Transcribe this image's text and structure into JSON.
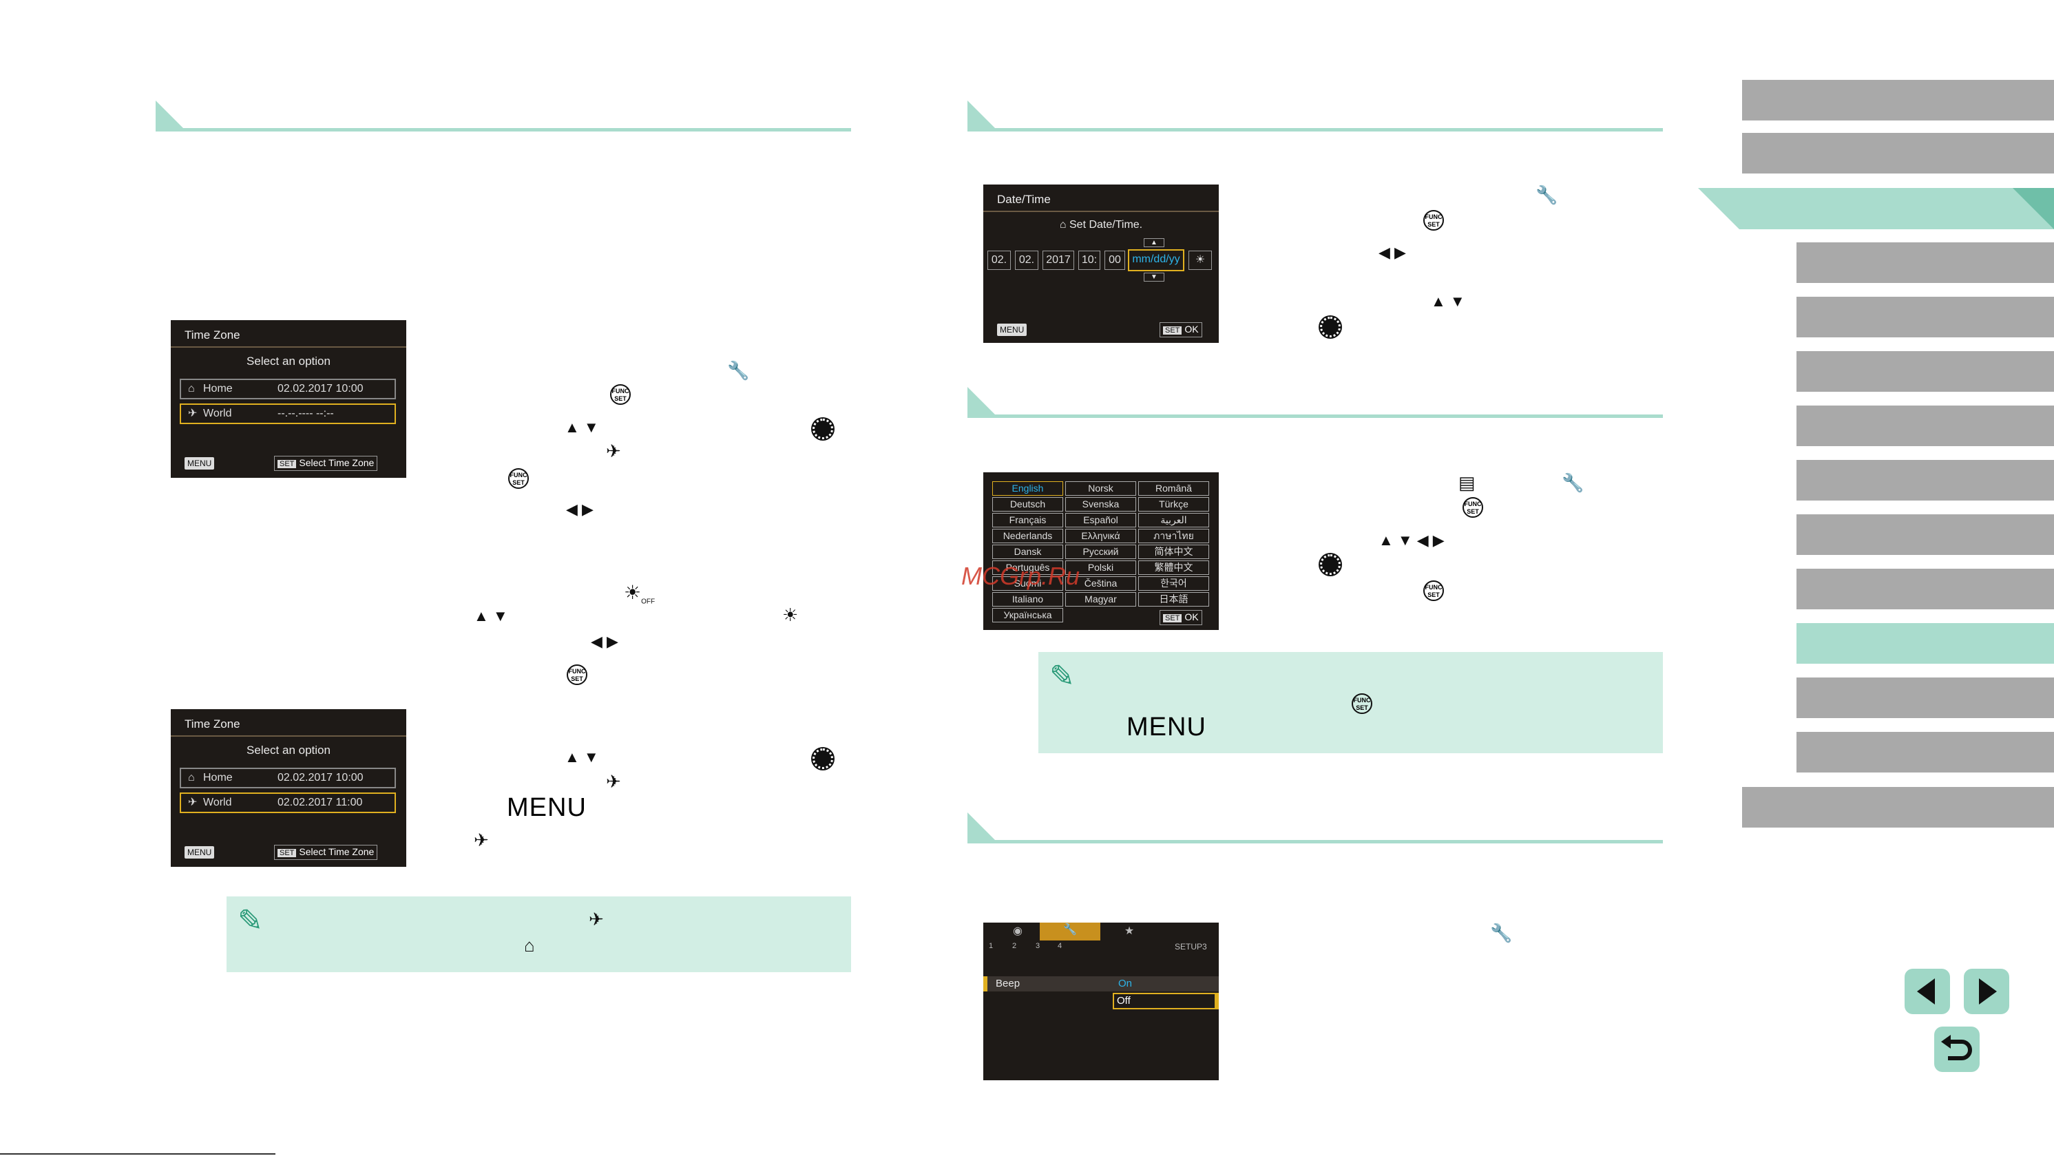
{
  "time_zone_screen_1": {
    "title": "Time Zone",
    "prompt": "Select an option",
    "home_label": "Home",
    "home_value": "02.02.2017 10:00",
    "world_label": "World",
    "world_value": "--.--.---- --:--",
    "menu_btn": "MENU",
    "set_btn": "SET",
    "set_label": "Select Time Zone"
  },
  "time_zone_screen_2": {
    "title": "Time Zone",
    "prompt": "Select an option",
    "home_label": "Home",
    "home_value": "02.02.2017 10:00",
    "world_label": "World",
    "world_value": "02.02.2017 11:00",
    "menu_btn": "MENU",
    "set_btn": "SET",
    "set_label": "Select Time Zone"
  },
  "datetime_screen": {
    "title": "Date/Time",
    "prompt": "Set Date/Time.",
    "month": "02.",
    "day": "02.",
    "year": "2017",
    "hour": "10:",
    "minute": "00",
    "format": "mm/dd/yy",
    "menu_btn": "MENU",
    "set_btn": "SET",
    "ok": "OK"
  },
  "language_screen": {
    "languages": [
      "English",
      "Norsk",
      "Română",
      "Deutsch",
      "Svenska",
      "Türkçe",
      "Français",
      "Español",
      "العربية",
      "Nederlands",
      "Ελληνικά",
      "ภาษาไทย",
      "Dansk",
      "Русский",
      "简体中文",
      "Português",
      "Polski",
      "繁體中文",
      "Suomi",
      "Čeština",
      "한국어",
      "Italiano",
      "Magyar",
      "日本語",
      "Українська",
      "",
      ""
    ],
    "set_btn": "SET",
    "ok": "OK"
  },
  "beep_screen": {
    "tab_number_labels": [
      "1",
      "2",
      "3",
      "4"
    ],
    "tab_name": "SETUP3",
    "item_label": "Beep",
    "option_on": "On",
    "option_off": "Off"
  },
  "inline_text": {
    "menu_word_1": "MENU",
    "menu_word_2": "MENU",
    "watermark": "MCGrp.Ru"
  },
  "colors": {
    "accent": "#a9dccd",
    "note_bg": "#d2eee4",
    "nav_gray": "#a9a9a9",
    "screen_bg": "#1e1a17",
    "highlight": "#e0b020",
    "selected_text": "#2db3e8"
  },
  "icons": {
    "wrench": "wrench-icon",
    "set": "func-set-icon",
    "dial": "control-dial-icon",
    "up_down": "up-down-arrows-icon",
    "left_right": "left-right-arrows-icon",
    "airplane": "airplane-icon",
    "home": "home-icon",
    "dst_off": "daylight-saving-off-icon",
    "dst_on": "daylight-saving-on-icon",
    "pencil": "note-pencil-icon",
    "playback_menu": "menu-tab-icon",
    "prev": "previous-page-icon",
    "next": "next-page-icon",
    "back": "return-icon"
  }
}
